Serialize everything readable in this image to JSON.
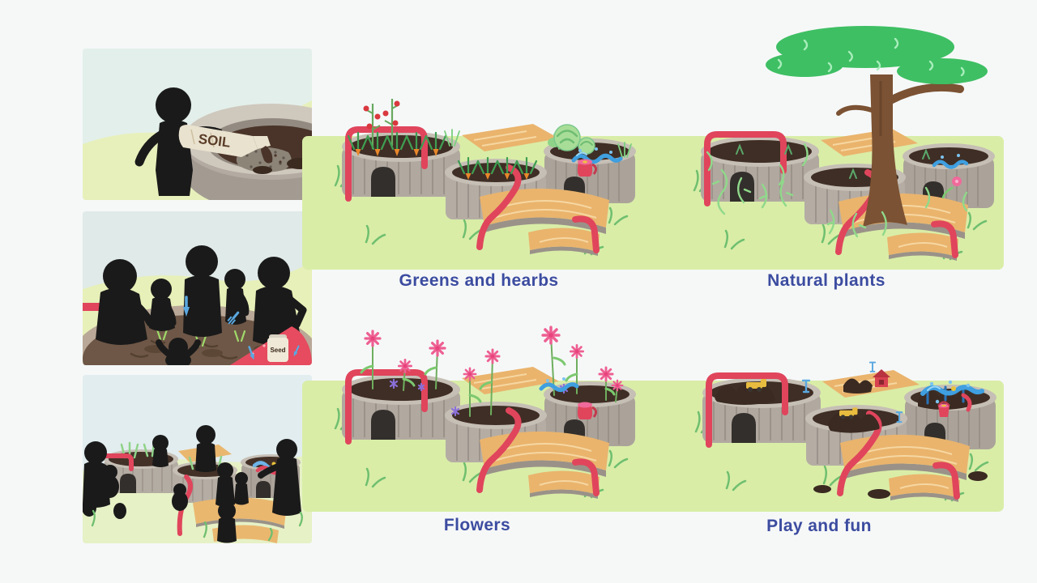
{
  "storyboard": {
    "panels": [
      {
        "id": "add-soil",
        "alt": "person-pouring-soil-bag-into-round-planter",
        "soil_bag_label": "SOIL"
      },
      {
        "id": "plant-together",
        "alt": "family-silhouettes-planting-seeds-in-soil-bed",
        "seed_bag_label": "Seed"
      },
      {
        "id": "enjoy-garden",
        "alt": "people-silhouettes-around-finished-curvy-raised-garden"
      }
    ]
  },
  "garden_options": [
    {
      "id": "greens-and-hearbs",
      "label": "Greens and hearbs"
    },
    {
      "id": "natural-plants",
      "label": "Natural plants"
    },
    {
      "id": "flowers",
      "label": "Flowers"
    },
    {
      "id": "play-and-fun",
      "label": "Play and fun"
    }
  ],
  "colors": {
    "page_background": "#f6f8f8",
    "grass_band": "#d9eda7",
    "label_text": "#3c4ca0",
    "pipe_red": "#e0455c",
    "deck_wood": "#eab46d",
    "planter_wall_gray": "#b1a9a0",
    "soil_dark_brown": "#3f2e25",
    "silhouette_black": "#1a1a1a",
    "water_blue": "#3f9fe0",
    "tree_canopy_green": "#3ebf63",
    "tree_trunk_brown": "#7b5233",
    "flower_pink": "#ee5f92",
    "panel_sky": "#e3efea",
    "panel_hill_green": "#e7f0bb"
  }
}
